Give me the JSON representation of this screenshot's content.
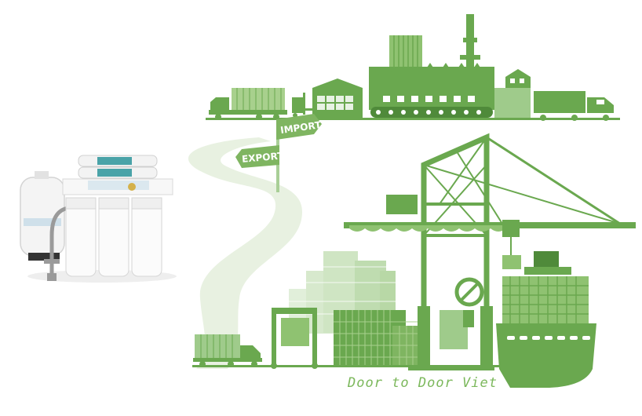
{
  "signs": {
    "import_label": "IMPORT",
    "export_label": "EXPORT"
  },
  "brand": {
    "text": "Door to Door Viet"
  },
  "colors": {
    "primary_green": "#6aa84f",
    "dark_green": "#4f8a3a",
    "light_green": "#9fcb8b",
    "pale_green": "#d7e9cd",
    "road": "#e6f0df"
  },
  "icons": {
    "purifier": "water-filter-system-icon",
    "tank": "pressure-tank-icon",
    "faucet": "faucet-icon",
    "factory": "factory-icon",
    "crane": "gantry-crane-icon",
    "ship": "container-ship-icon",
    "truck": "truck-icon",
    "warehouse": "warehouse-icon",
    "containers": "container-stack-icon",
    "signpost": "signpost-icon"
  }
}
